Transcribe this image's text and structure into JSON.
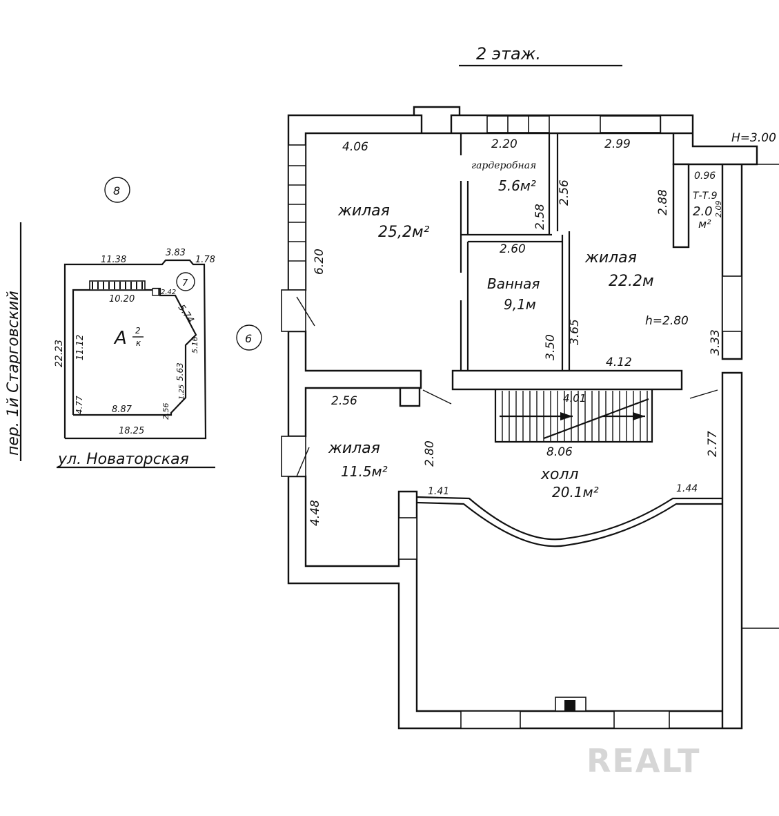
{
  "title": "2 этаж.",
  "height_mark": "Н=3.00",
  "site": {
    "street_side": "пер. 1й Старговский",
    "street_bottom": "ул. Новаторская",
    "markers": [
      "8",
      "7",
      "6"
    ],
    "building_label": "А",
    "building_fraction_top": "2",
    "building_fraction_bottom": "к",
    "dims": {
      "top_left": "11.38",
      "top_mid": "3.83",
      "top_right": "1.78",
      "inner_top": "10.20",
      "inner_small": "2.42",
      "diag": "5.74",
      "left_outer": "22.23",
      "left_inner": "11.12",
      "right_a": "5.63",
      "right_b": "5.16",
      "right_c": "1.25",
      "bottom_left": "4.77",
      "bottom_inner": "8.87",
      "bottom_small": "2.56",
      "bottom_outer": "18.25"
    }
  },
  "rooms": {
    "living1": {
      "label": "жилая",
      "area": "25,2м²"
    },
    "wardrobe": {
      "label": "гардеробная",
      "area": "5.6м²"
    },
    "bath": {
      "label": "Ванная",
      "area": "9,1м"
    },
    "living2": {
      "label": "жилая",
      "area": "22.2м",
      "height": "h=2.80"
    },
    "tt": {
      "label": "Т-Т.9",
      "area": "2.0",
      "unit": "м²",
      "w": "0.96",
      "vert": "2.09"
    },
    "living3": {
      "label": "жилая",
      "area": "11.5м²"
    },
    "hall": {
      "label": "холл",
      "area": "20.1м²"
    }
  },
  "dims": {
    "d406": "4.06",
    "d220": "2.20",
    "d299": "2.99",
    "d256a": "2.56",
    "d288": "2.88",
    "d258": "2.58",
    "d260": "2.60",
    "d620": "6.20",
    "d350": "3.50",
    "d365": "3.65",
    "d412": "4.12",
    "d333": "3.33",
    "d256b": "2.56",
    "d280": "2.80",
    "d401": "4.01",
    "d806": "8.06",
    "d277": "2.77",
    "d141": "1.41",
    "d144": "1.44",
    "d448": "4.48"
  },
  "watermark": "REALT"
}
